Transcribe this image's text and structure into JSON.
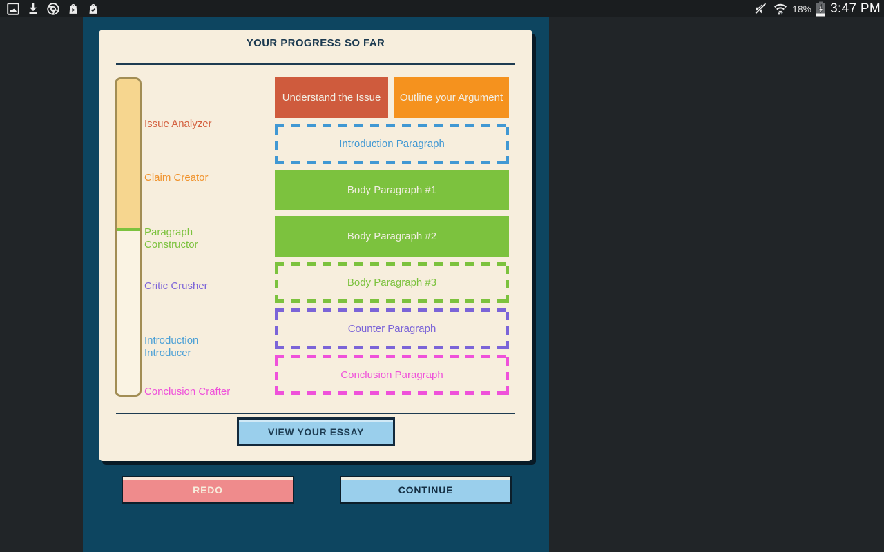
{
  "status_bar": {
    "left_icons": [
      {
        "name": "gallery-icon"
      },
      {
        "name": "download-icon"
      },
      {
        "name": "chrome-icon"
      },
      {
        "name": "play-store-icon"
      },
      {
        "name": "play-store-check-icon"
      }
    ],
    "battery_percent": "18%",
    "time": "3:47 PM"
  },
  "progress": {
    "title": "YOUR PROGRESS SO FAR",
    "stages": [
      {
        "label": "Issue Analyzer",
        "color": "#d4603f"
      },
      {
        "label": "Claim Creator",
        "color": "#f0922b"
      },
      {
        "label": "Paragraph Constructor",
        "color": "#7cc23e"
      },
      {
        "label": "Critic Crusher",
        "color": "#7c64d8"
      },
      {
        "label": "Introduction Introducer",
        "color": "#4a9fd6"
      },
      {
        "label": "Conclusion Crafter",
        "color": "#ef51da"
      }
    ],
    "bar": {
      "fill_percent": 48,
      "fill_color": "#f6d68f",
      "border_color": "#a28d54",
      "tick_color": "#7cc23e"
    },
    "blocks": [
      {
        "label": "Understand the Issue",
        "style": "solid",
        "color": "#cf5b3d"
      },
      {
        "label": "Outline your Argument",
        "style": "solid",
        "color": "#f5921e"
      },
      {
        "label": "Introduction Paragraph",
        "style": "dashed",
        "color": "#4198d3"
      },
      {
        "label": "Body Paragraph #1",
        "style": "solid",
        "color": "#7cc23e"
      },
      {
        "label": "Body Paragraph #2",
        "style": "solid",
        "color": "#7cc23e"
      },
      {
        "label": "Body Paragraph #3",
        "style": "dashed",
        "color": "#7cc23e"
      },
      {
        "label": "Counter Paragraph",
        "style": "dashed",
        "color": "#7b64d8"
      },
      {
        "label": "Conclusion Paragraph",
        "style": "dashed",
        "color": "#ef51da"
      }
    ],
    "view_essay_label": "VIEW YOUR ESSAY"
  },
  "footer": {
    "redo_label": "REDO",
    "continue_label": "CONTINUE"
  },
  "theme": {
    "panel_bg": "#0d4560",
    "card_bg": "#f7eedd",
    "ink": "#1c3a50",
    "button_blue": "#9acfec",
    "button_red": "#ef8b8c",
    "status_bar_bg": "#1a1d1f"
  }
}
